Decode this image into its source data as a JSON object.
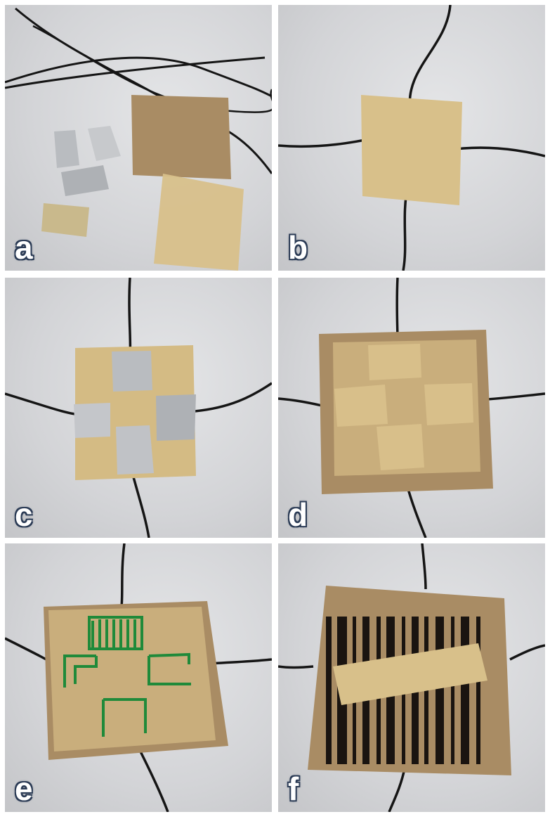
{
  "panels": [
    {
      "label": "a"
    },
    {
      "label": "b"
    },
    {
      "label": "c"
    },
    {
      "label": "d"
    },
    {
      "label": "e"
    },
    {
      "label": "f"
    }
  ],
  "colors": {
    "background": "#d6d7da",
    "cardboard": "#a98c64",
    "film": "#d8c08a",
    "foil": "#b9bcc0",
    "wire": "#151515",
    "marker": "#1f8a3a",
    "label_outline": "#2b3b55"
  }
}
